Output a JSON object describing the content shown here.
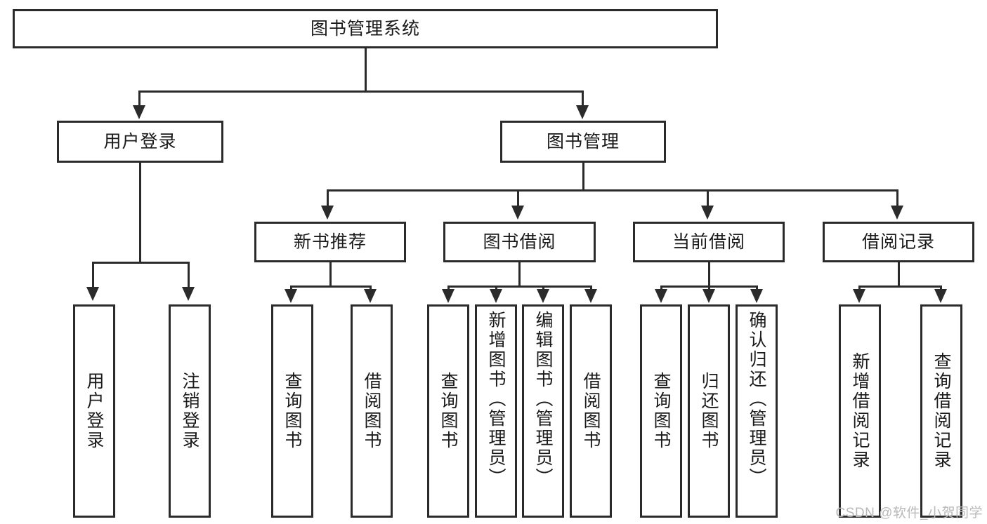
{
  "diagram": {
    "title_node": {
      "label": "图书管理系统"
    },
    "level2": [
      {
        "id": "user-login",
        "label": "用户登录"
      },
      {
        "id": "book-management",
        "label": "图书管理"
      }
    ],
    "level3": [
      {
        "id": "new-book-recommend",
        "label": "新书推荐"
      },
      {
        "id": "book-borrow",
        "label": "图书借阅"
      },
      {
        "id": "current-borrow",
        "label": "当前借阅"
      },
      {
        "id": "borrow-record",
        "label": "借阅记录"
      }
    ],
    "leaves": {
      "user_login": [
        {
          "id": "leaf-user-login",
          "label": "用户登录"
        },
        {
          "id": "leaf-logout-login",
          "label": "注销登录"
        }
      ],
      "new_book_recommend": [
        {
          "id": "leaf-query-book-1",
          "label": "查询图书"
        },
        {
          "id": "leaf-borrow-book-1",
          "label": "借阅图书"
        }
      ],
      "book_borrow": [
        {
          "id": "leaf-query-book-2",
          "label": "查询图书"
        },
        {
          "id": "leaf-add-book",
          "label": "新增图书（管理员）"
        },
        {
          "id": "leaf-edit-book",
          "label": "编辑图书（管理员）"
        },
        {
          "id": "leaf-borrow-book-2",
          "label": "借阅图书"
        }
      ],
      "current_borrow": [
        {
          "id": "leaf-query-book-3",
          "label": "查询图书"
        },
        {
          "id": "leaf-return-book",
          "label": "归还图书"
        },
        {
          "id": "leaf-confirm-return",
          "label": "确认归还（管理员）"
        }
      ],
      "borrow_record": [
        {
          "id": "leaf-add-record",
          "label": "新增借阅记录"
        },
        {
          "id": "leaf-query-record",
          "label": "查询借阅记录"
        }
      ]
    },
    "colors": {
      "stroke": "#2b2b2b",
      "fill": "#ffffff",
      "text": "#1a1a1a",
      "watermark": "#b9b9b9"
    }
  },
  "watermark": {
    "text": "CSDN @软件_小贺同学"
  }
}
